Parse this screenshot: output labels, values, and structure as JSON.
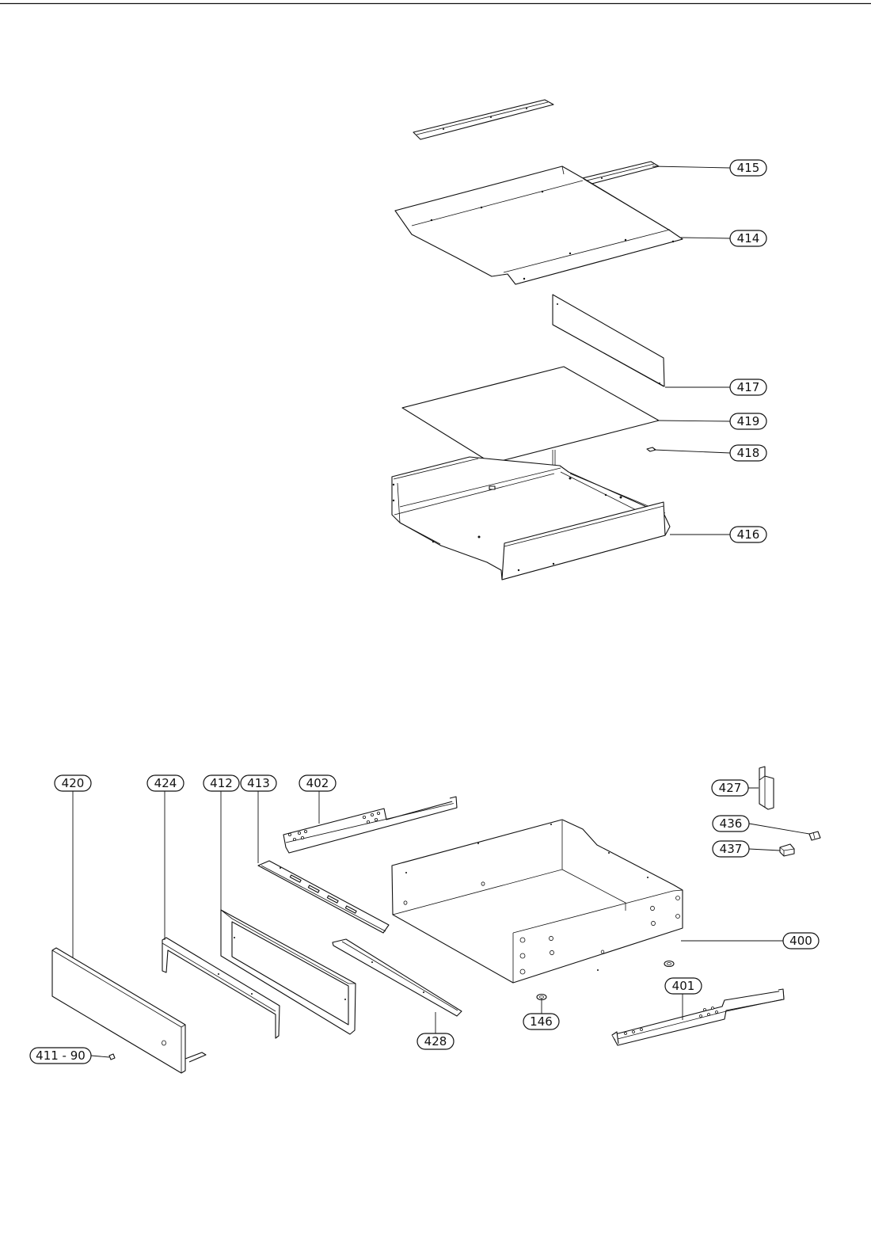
{
  "callouts": [
    {
      "id": "c415",
      "label": "415"
    },
    {
      "id": "c414",
      "label": "414"
    },
    {
      "id": "c417",
      "label": "417"
    },
    {
      "id": "c419",
      "label": "419"
    },
    {
      "id": "c418",
      "label": "418"
    },
    {
      "id": "c416",
      "label": "416"
    },
    {
      "id": "c420",
      "label": "420"
    },
    {
      "id": "c424",
      "label": "424"
    },
    {
      "id": "c412",
      "label": "412"
    },
    {
      "id": "c413",
      "label": "413"
    },
    {
      "id": "c402",
      "label": "402"
    },
    {
      "id": "c427",
      "label": "427"
    },
    {
      "id": "c436",
      "label": "436"
    },
    {
      "id": "c437",
      "label": "437"
    },
    {
      "id": "c400",
      "label": "400"
    },
    {
      "id": "c401",
      "label": "401"
    },
    {
      "id": "c146",
      "label": "146"
    },
    {
      "id": "c428",
      "label": "428"
    },
    {
      "id": "c411",
      "label": "411 - 90"
    }
  ]
}
